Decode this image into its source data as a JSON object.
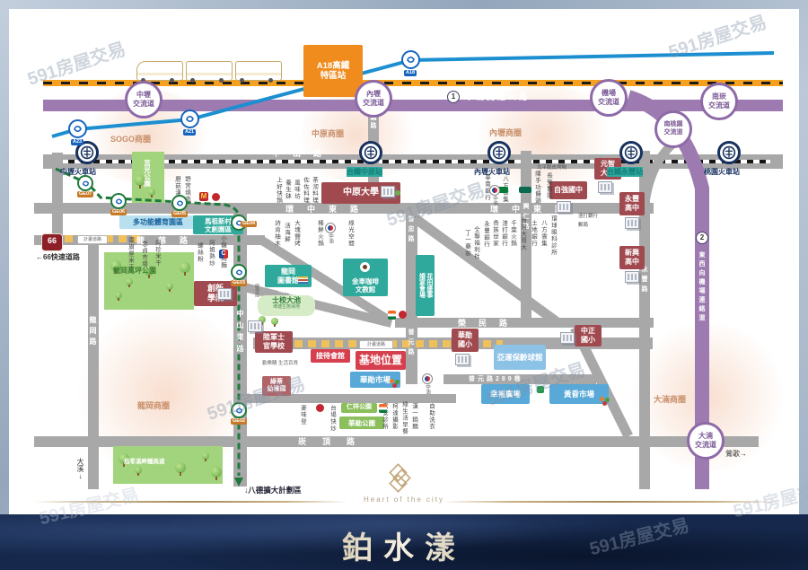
{
  "watermark": "591房屋交易",
  "brand": {
    "name": "鉑水漾",
    "tagline": "Heart of the city"
  },
  "a": {
    "hsr_box": "A18高鐵\n特區站",
    "hwy1": "中山高速公路",
    "s1": "1",
    "s2": "2",
    "ew": "東西向機場連絡道",
    "s66": "66",
    "exp66": "←66快速道路",
    "planned": "計畫道路",
    "plan_area": "↓八德擴大計劃區",
    "daxi": "大溪↓",
    "yingge": "鶯歌→",
    "qinlegou": "勤樂購\n生活百貨",
    "jianbao": "健保局",
    "beiping": "北平脆皮烤鴨",
    "cpc": "中油",
    "mcd": "M",
    "carf": "C"
  },
  "interchanges": [
    {
      "label": "中壢\n交流道"
    },
    {
      "label": "內壢\n交流道"
    },
    {
      "label": "機場\n交流道"
    },
    {
      "label": "南桃園\n交流道"
    },
    {
      "label": "南崁\n交流道"
    },
    {
      "label": "大湳\n交流道"
    }
  ],
  "tra": [
    {
      "label": "中壢火車站"
    },
    {
      "label": "台鐵中原站"
    },
    {
      "label": "內壢火車站"
    },
    {
      "label": "台鐵永豐站"
    },
    {
      "label": "桃園火車站"
    }
  ],
  "mblue": [
    {
      "code": "A23"
    },
    {
      "code": "A21"
    },
    {
      "code": "A18"
    }
  ],
  "mgreen": [
    {
      "code": "GE07"
    },
    {
      "code": "GE06"
    },
    {
      "code": "GE05"
    },
    {
      "code": "GE04"
    },
    {
      "code": "GE03"
    },
    {
      "code": "GE02"
    }
  ],
  "roads": {
    "zhongshan": "中山路",
    "huan": "環中東路",
    "longci": "龍慈路",
    "renci": "仁慈路",
    "rongmin": "榮民路",
    "zsd": "中山東路",
    "longgang": "龍岡路",
    "zhongyuan": "中園路",
    "puzhong": "普忠路",
    "puyuan": "普元路",
    "xingren": "興仁路",
    "yongfeng": "永豐路",
    "kanding": "崁頂路",
    "puyuan289": "普元路289巷"
  },
  "districts": [
    {
      "name": "SOGO商圈"
    },
    {
      "name": "中原商圈"
    },
    {
      "name": "內壢商圈"
    },
    {
      "name": "龍岡商圈"
    },
    {
      "name": "大湳商圈"
    }
  ],
  "places": {
    "cyu": "中原大學",
    "yzu": "元智\n大學",
    "zq": "自強國中",
    "yf": "永豐\n高中",
    "xx": "新興\n高中",
    "cx": "創新\n學院",
    "army": "陸軍士\n官學校",
    "hx_es": "華勛\n國小",
    "zz_es": "中正\n國小",
    "kg": "綠蒂\n幼稚園",
    "mazu": "馬祖新村\n文創園區",
    "sports": "多功能體育園區",
    "lib": "龍岡\n圖書館",
    "pond": "士校大池",
    "pond_sub": "埤塘生態濕地",
    "kingcar": "金車咖啡\n文教館",
    "wedding": "花田盛事\n婚宴會場",
    "bowl": "亞運保齡球館",
    "hplaza": "幸福廣場",
    "dusk": "黃昏市場",
    "hx_mkt": "華勛市場",
    "recep": "接待會館",
    "site": "基地位置"
  },
  "parks": {
    "juguang": "莒光公園",
    "wanping": "龍岡萬坪公園",
    "bike": "茄苳溪畔鐵馬道",
    "renxiang": "仁祥公園",
    "huaxun": "華勛公園"
  },
  "shops": [
    {
      "name": "磨菇漢堡"
    },
    {
      "name": "野宮燒肉"
    },
    {
      "name": "上好快鍋"
    },
    {
      "name": "養生缽"
    },
    {
      "name": "風味坊"
    },
    {
      "name": "佐佐料理"
    },
    {
      "name": "茶沏料理"
    },
    {
      "name": "詩肯柚木"
    },
    {
      "name": "活海鮮"
    },
    {
      "name": "大塊鹽烤"
    },
    {
      "name": "榛鮮火鍋"
    },
    {
      "name": "綠光空間"
    },
    {
      "name": "華南銀行"
    },
    {
      "name": "八方雲集"
    },
    {
      "name": "陳手功饅頭"
    },
    {
      "name": "長榮醫院"
    },
    {
      "name": "丁一藥妝"
    },
    {
      "name": "全聯福利社"
    },
    {
      "name": "永豐銀行"
    },
    {
      "name": "貴族世家"
    },
    {
      "name": "渣打銀行"
    },
    {
      "name": "千葉火鍋"
    },
    {
      "name": "台灣大哥大"
    },
    {
      "name": "土地銀行"
    },
    {
      "name": "八方雲集"
    },
    {
      "name": "環球眼科診所"
    },
    {
      "name": "國旗屋米干"
    },
    {
      "name": "忠貞市場"
    },
    {
      "name": "阿珍米干"
    },
    {
      "name": "螺絲粉"
    },
    {
      "name": "阿姐熱炒"
    },
    {
      "name": "小龍牛肉麵"
    },
    {
      "name": "麥味登"
    },
    {
      "name": "台場快炒"
    },
    {
      "name": "宮安診所"
    },
    {
      "name": "柯達攝影"
    },
    {
      "name": "綠生活早餐"
    },
    {
      "name": "漢一鍋麵"
    },
    {
      "name": "自助洗衣"
    },
    {
      "name": "渣打銀行"
    },
    {
      "name": "郵局"
    }
  ]
}
